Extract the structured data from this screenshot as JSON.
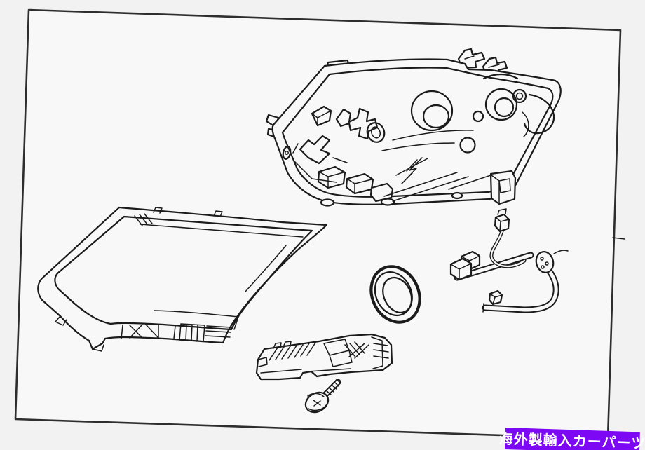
{
  "image": {
    "background_color": "#f2f2f2",
    "frame_fill_color": "#f8f8f8",
    "frame_border_color": "#2e2e2e",
    "line_art_color": "#1b1b1b"
  },
  "diagram": {
    "type": "parts-line-drawing",
    "subject": "headlight-assembly-parts-diagram",
    "parts": [
      "headlight-housing",
      "headlight-lens",
      "seal-gasket-ring",
      "wiring-harness",
      "mounting-bracket",
      "tapping-screw"
    ]
  },
  "banner": {
    "text": "海外製輸入カーパーツ",
    "background_color": "#7d08f4",
    "text_color": "#ffffff"
  }
}
